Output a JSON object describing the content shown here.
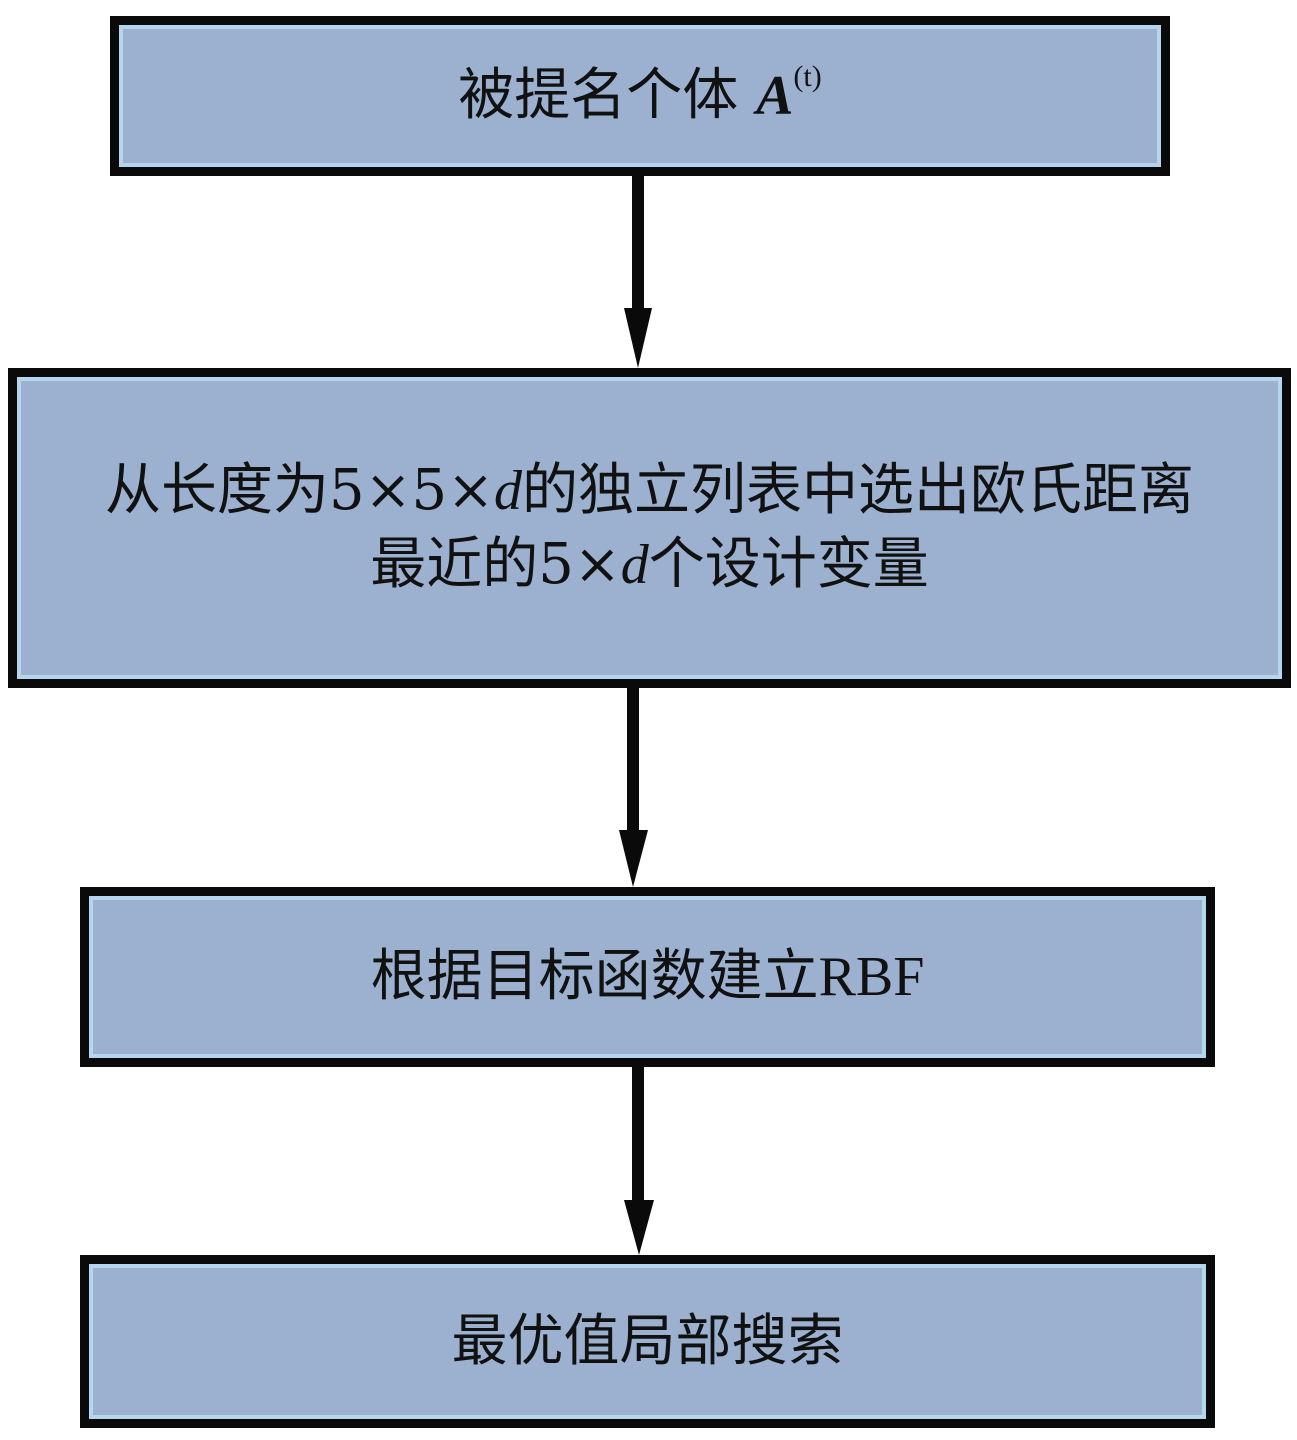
{
  "diagram": {
    "type": "flowchart",
    "colors": {
      "box_fill": "#9cb1cf",
      "box_border": "#0a0a0a",
      "box_highlight": "#b6d6ee",
      "arrow": "#0a0a0a"
    },
    "nodes": [
      {
        "id": "n1",
        "text": "被提名个体 ",
        "math": "A",
        "sup": "(t)"
      },
      {
        "id": "n2",
        "line1_a": "从长度为5×5×",
        "line1_var": "d",
        "line1_b": "的独立列表中选出欧氏距离",
        "line2_a": "最近的5×",
        "line2_var": "d",
        "line2_b": "个设计变量"
      },
      {
        "id": "n3",
        "text_cn": "根据目标函数建立",
        "text_en": "RBF"
      },
      {
        "id": "n4",
        "text": "最优值局部搜索"
      }
    ],
    "edges": [
      {
        "from": "n1",
        "to": "n2"
      },
      {
        "from": "n2",
        "to": "n3"
      },
      {
        "from": "n3",
        "to": "n4"
      }
    ]
  }
}
